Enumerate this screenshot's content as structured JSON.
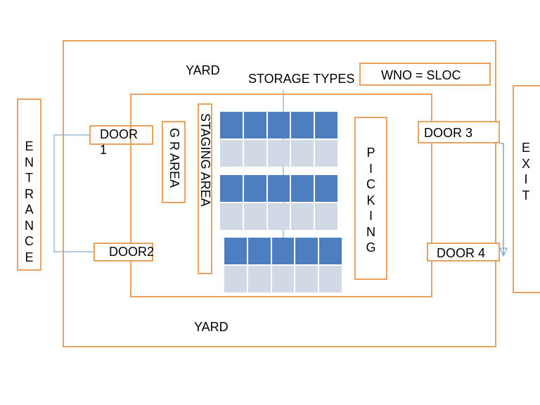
{
  "labels": {
    "yard_top": "YARD",
    "yard_bottom": "YARD",
    "storage_types": "STORAGE TYPES",
    "wno_sloc": "WNO = SLOC",
    "entrance": [
      "E",
      "N",
      "T",
      "R",
      "A",
      "N",
      "C",
      "E"
    ],
    "exit": [
      "E",
      "X",
      "I",
      "T"
    ],
    "door1_line1": "DOOR",
    "door1_line2": "1",
    "door2": "DOOR2",
    "door3": "DOOR 3",
    "door4": "DOOR 4",
    "gr_area": "G R AREA",
    "staging_area": "STAGING AREA",
    "picking": [
      "P",
      "I",
      "C",
      "K",
      "I",
      "N",
      "G"
    ]
  },
  "colors": {
    "box_border": "#E9A15E",
    "connector": "#9DB8D6",
    "bin_occupied": "#4D7EBF",
    "bin_empty": "#D1D8E6"
  },
  "storage_racks": [
    {
      "columns": 5,
      "rows": 2
    },
    {
      "columns": 5,
      "rows": 2
    },
    {
      "columns": 5,
      "rows": 2
    }
  ]
}
